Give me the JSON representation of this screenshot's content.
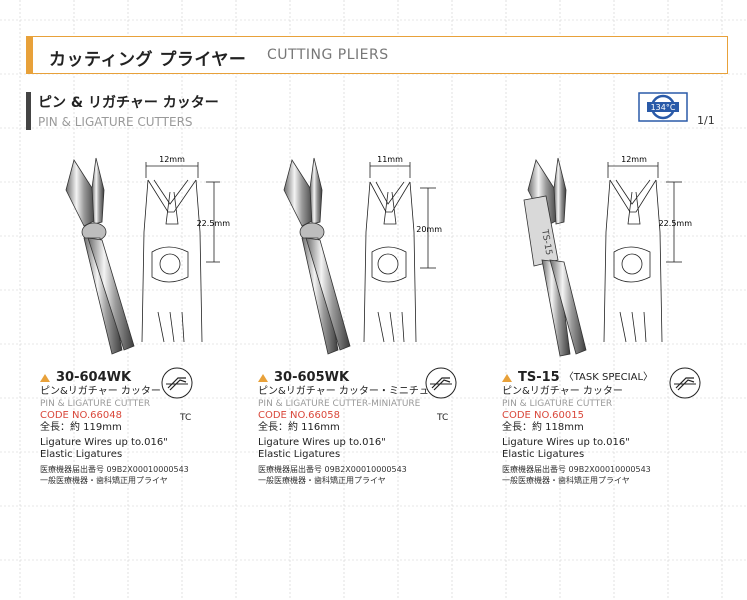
{
  "header": {
    "title_jp": "カッティング プライヤー",
    "title_en": "CUTTING PLIERS"
  },
  "section": {
    "title_jp": "ピン & リガチャー カッター",
    "title_en": "PIN & LIGATURE CUTTERS"
  },
  "autoclave_label": "134°C",
  "page_number": "1/1",
  "colors": {
    "accent": "#e8a13a",
    "code": "#d9473a",
    "muted": "#9a9a9a"
  },
  "products": [
    {
      "model": "30-604WK",
      "model_sub": "",
      "name_jp": "ピン&リガチャー カッター",
      "name_en": "PIN & LIGATURE CUTTER",
      "code": "CODE NO.66048",
      "length": "全長：約 119mm",
      "desc1": "Ligature Wires up to.016\"",
      "desc2": "Elastic Ligatures",
      "reg1": "医療機器届出番号 09B2X00010000543",
      "reg2": "一般医療機器・歯科矯正用プライヤ",
      "dim_top": "12mm",
      "dim_side": "22.5mm",
      "tc": "TC",
      "engraving": ""
    },
    {
      "model": "30-605WK",
      "model_sub": "",
      "name_jp": "ピン&リガチャー カッター・ミニチュア",
      "name_en": "PIN & LIGATURE CUTTER-MINIATURE",
      "code": "CODE NO.66058",
      "length": "全長：約 116mm",
      "desc1": "Ligature Wires up to.016\"",
      "desc2": "Elastic Ligatures",
      "reg1": "医療機器届出番号 09B2X00010000543",
      "reg2": "一般医療機器・歯科矯正用プライヤ",
      "dim_top": "11mm",
      "dim_side": "20mm",
      "tc": "TC",
      "engraving": ""
    },
    {
      "model": "TS-15",
      "model_sub": "〈TASK SPECIAL〉",
      "name_jp": "ピン&リガチャー カッター",
      "name_en": "PIN & LIGATURE CUTTER",
      "code": "CODE NO.60015",
      "length": "全長：約 118mm",
      "desc1": "Ligature Wires up to.016\"",
      "desc2": "Elastic Ligatures",
      "reg1": "医療機器届出番号 09B2X00010000543",
      "reg2": "一般医療機器・歯科矯正用プライヤ",
      "dim_top": "12mm",
      "dim_side": "22.5mm",
      "tc": "",
      "engraving": "TS-15"
    }
  ]
}
